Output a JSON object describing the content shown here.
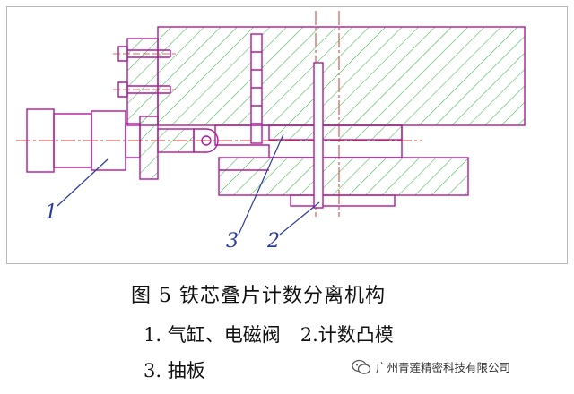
{
  "diagram": {
    "labels": {
      "part_1": "1",
      "part_2": "2",
      "part_3": "3"
    },
    "colors": {
      "outline": "#b01a9c",
      "hatch": "#3cb54a",
      "center_line": "#d03a34",
      "leader": "#2a3aa0"
    }
  },
  "caption": {
    "title": "图 5  铁芯叠片计数分离机构",
    "line1_item1": "1.   气缸、电磁阀",
    "line1_item2": "2.计数凸模",
    "line2_item3": "3.  抽板"
  },
  "watermark": {
    "icon": "wechat-icon",
    "text": "广州青莲精密科技有限公司"
  }
}
